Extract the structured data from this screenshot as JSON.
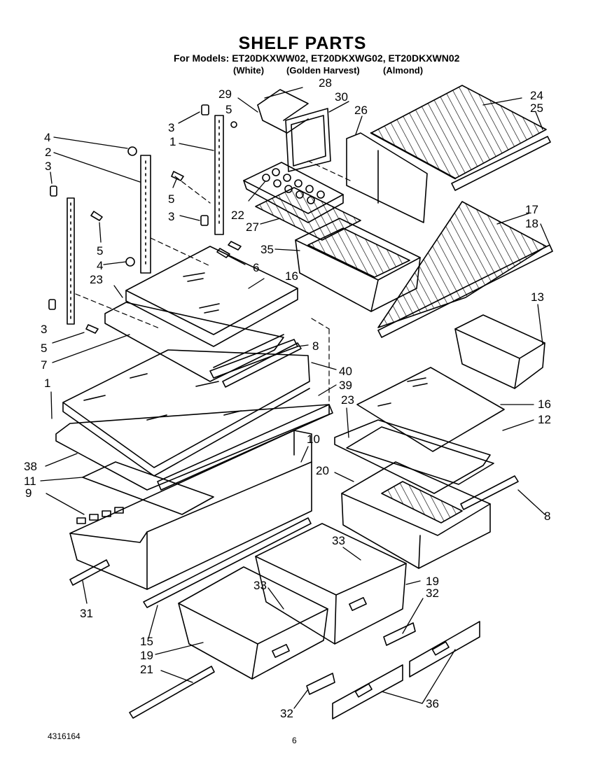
{
  "header": {
    "title": "SHELF PARTS",
    "models": "For Models: ET20DKXWW02, ET20DKXWG02, ET20DKXWN02",
    "colors": [
      "(White)",
      "(Golden Harvest)",
      "(Almond)"
    ]
  },
  "callouts": [
    "28",
    "29",
    "30",
    "5",
    "26",
    "3",
    "1",
    "24",
    "25",
    "4",
    "2",
    "3",
    "5",
    "22",
    "27",
    "17",
    "18",
    "5",
    "3",
    "35",
    "6",
    "4",
    "23",
    "16",
    "3",
    "5",
    "7",
    "13",
    "8",
    "40",
    "1",
    "39",
    "23",
    "16",
    "12",
    "10",
    "38",
    "11",
    "20",
    "9",
    "8",
    "33",
    "19",
    "32",
    "33",
    "31",
    "15",
    "19",
    "21",
    "32",
    "36"
  ],
  "footer": {
    "part_number": "4316164",
    "page": "6"
  }
}
